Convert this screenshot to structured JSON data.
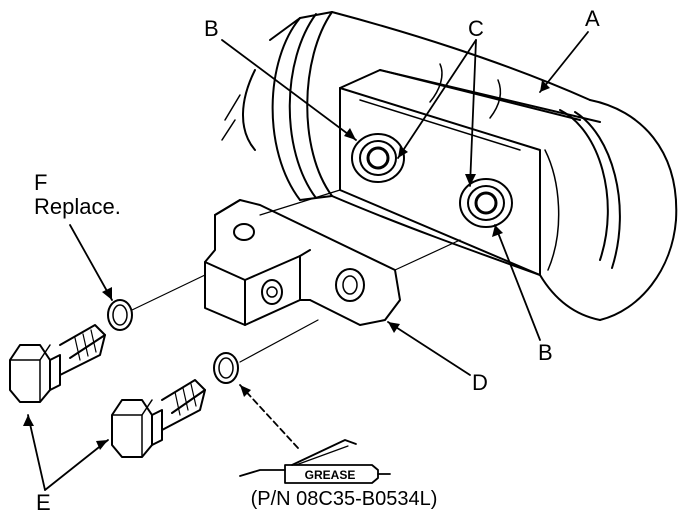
{
  "labels": {
    "a": "A",
    "b_top": "B",
    "b_bottom": "B",
    "c": "C",
    "d": "D",
    "e": "E",
    "f": "F",
    "f_note": "Replace."
  },
  "grease": {
    "text": "GREASE",
    "part_number": "(P/N 08C35-B0534L)"
  },
  "colors": {
    "ink": "#000000",
    "background": "#ffffff"
  }
}
